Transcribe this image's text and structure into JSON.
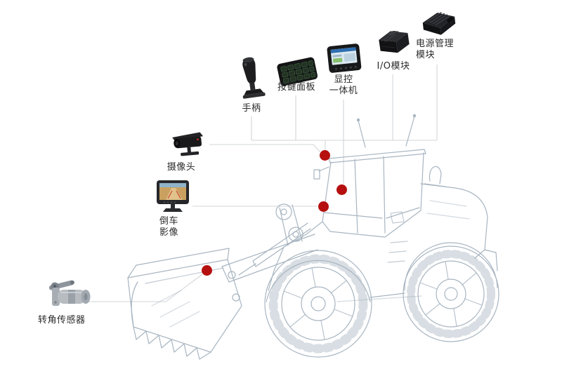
{
  "diagram": {
    "type": "product-installation-diagram",
    "subject": "wheel-loader-wireframe",
    "background": "#ffffff",
    "colors": {
      "marker_red": "#b5100f",
      "connector_gray": "#d2d5d8",
      "wireframe_gray": "#a8b5c1",
      "label_text": "#2b2b2b"
    },
    "labels": {
      "joystick": "手柄",
      "keypad": "按键面板",
      "display_line1": "显控",
      "display_line2": "一体机",
      "io_module": "I/O模块",
      "power_module_line1": "电源管理",
      "power_module_line2": "模块",
      "camera": "摄像头",
      "monitor_line1": "倒车",
      "monitor_line2": "影像",
      "angle_sensor": "转角传感器"
    },
    "markers": [
      "cab-roof-front",
      "cab-interior",
      "cab-dash-lower",
      "boom-arm"
    ]
  }
}
